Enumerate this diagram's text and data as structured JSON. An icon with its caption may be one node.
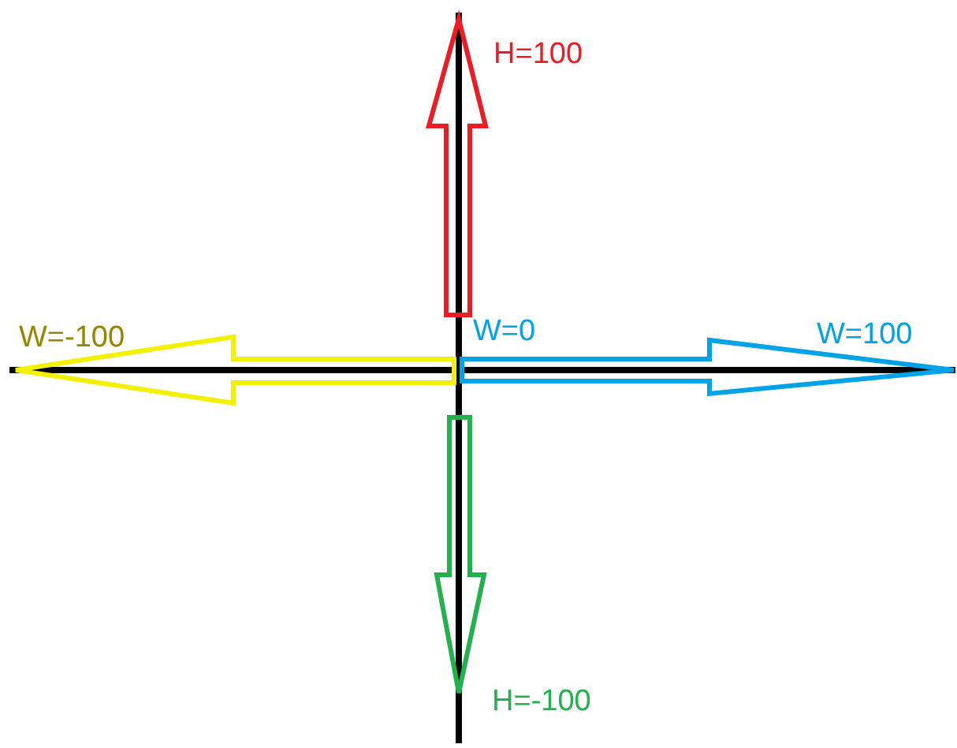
{
  "diagram": {
    "labels": [
      "H=100",
      "W=0",
      "W=-100",
      "W=100",
      "H=-100"
    ]
  }
}
